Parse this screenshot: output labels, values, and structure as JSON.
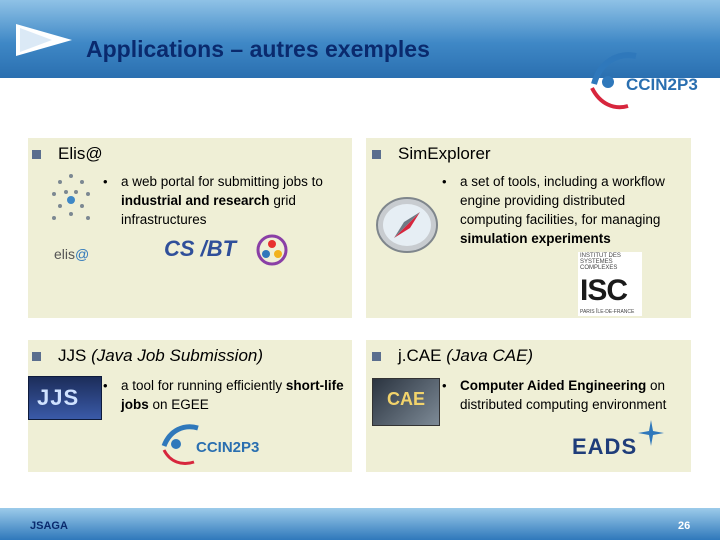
{
  "title": "Applications – autres exemples",
  "header_logo": "CCIN2P3",
  "sections": [
    {
      "heading": "Elis@",
      "desc_parts": [
        "a web portal for submitting jobs to ",
        "industrial and research",
        " grid infrastructures"
      ],
      "logo_text": "elis",
      "logo_at": "@",
      "partner_logo": "CS /BT"
    },
    {
      "heading": "SimExplorer",
      "desc_parts": [
        "a set of tools, including a workflow engine providing distributed computing facilities, for managing ",
        "simulation experiments"
      ],
      "partner_logo": "ISC",
      "partner_sub": "INSTITUT DES SYSTEMES COMPLEXES",
      "partner_foot": "PARIS ÎLE-DE-FRANCE"
    },
    {
      "heading_main": "JJS ",
      "heading_italic": "(Java Job Submission)",
      "desc_parts": [
        "a tool for running efficiently ",
        "short-life jobs",
        " on EGEE"
      ],
      "logo_text": "JJS",
      "partner_logo": "CCIN2P3"
    },
    {
      "heading_main": "j.CAE ",
      "heading_italic": "(Java CAE)",
      "desc_parts": [
        "Computer Aided Engineering",
        " on distributed computing environment"
      ],
      "logo_text": "CAE",
      "partner_logo": "EADS"
    }
  ],
  "footer": {
    "left": "JSAGA",
    "page": "26"
  },
  "colors": {
    "header": "#3f88c6",
    "title": "#0a2a6e",
    "panel": "#efefd6",
    "bullet": "#5a6e8e"
  }
}
